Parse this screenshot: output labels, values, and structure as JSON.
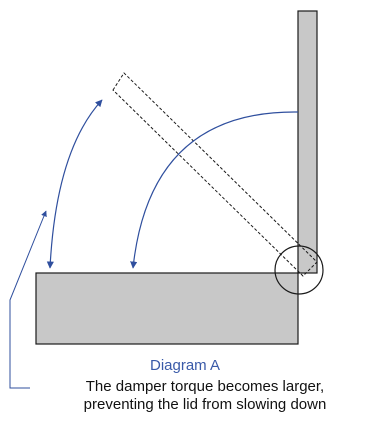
{
  "diagram": {
    "title": "Diagram A",
    "annotation": {
      "line1": "The damper torque becomes larger,",
      "line2": "preventing the lid from slowing down"
    }
  },
  "colors": {
    "panel_fill": "#c8c8c8",
    "panel_stroke": "#1a1a1a",
    "arrow": "#2f4f9e",
    "title": "#3a5aa8"
  }
}
